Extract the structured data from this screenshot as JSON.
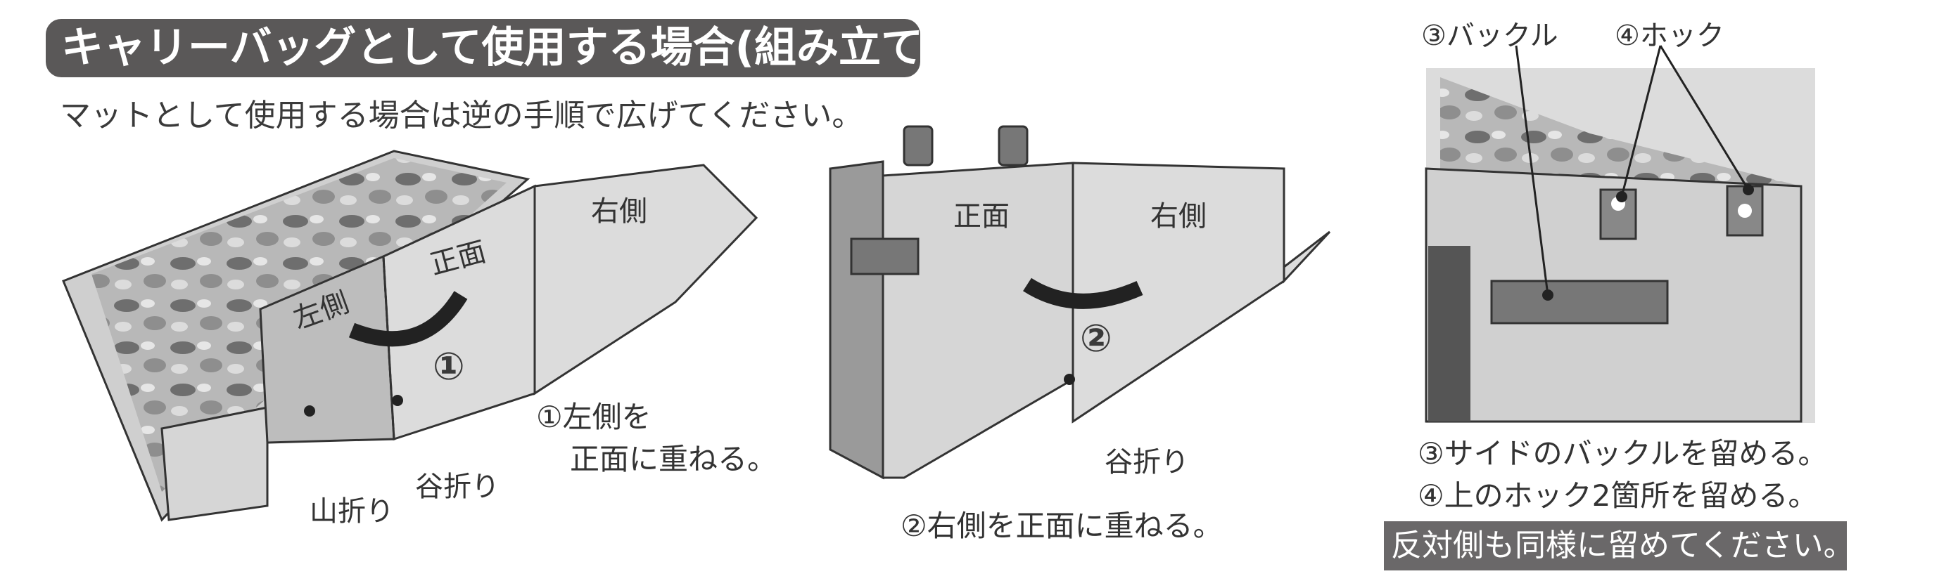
{
  "header": {
    "title": "キャリーバッグとして使用する場合(組み立て方)",
    "subtitle": "マットとして使用する場合は逆の手順で広げてください。"
  },
  "step1": {
    "left": "左側",
    "front": "正面",
    "right": "右側",
    "badge": "①",
    "mountain": "山折り",
    "valley": "谷折り",
    "caption_line1": "①左側を",
    "caption_line2": "正面に重ねる。"
  },
  "step2": {
    "front": "正面",
    "right": "右側",
    "badge": "②",
    "valley": "谷折り",
    "caption": "②右側を正面に重ねる。"
  },
  "step3": {
    "buckle_label": "③バックル",
    "hook_label": "④ホック",
    "caption_line1": "③サイドのバックルを留める。",
    "caption_line2": "④上のホック2箇所を留める。",
    "note": "反対側も同様に留めてください。"
  }
}
